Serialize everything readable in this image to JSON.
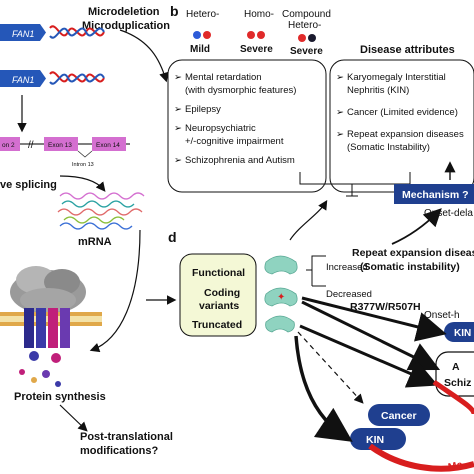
{
  "panel_b": {
    "label": "b",
    "genotypes": [
      {
        "line1": "Hetero-",
        "line2": "",
        "severity": "Mild",
        "dot_colors": [
          "#2d5bd8",
          "#e02a2a"
        ]
      },
      {
        "line1": "Homo-",
        "line2": "",
        "severity": "Severe",
        "dot_colors": [
          "#e02a2a",
          "#e02a2a"
        ]
      },
      {
        "line1": "Compound",
        "line2": "Hetero-",
        "severity": "Severe",
        "dot_colors": [
          "#e02a2a",
          "#1a1a2e"
        ]
      }
    ],
    "disease_attributes_title": "Disease attributes",
    "neuro_list": [
      [
        "Mental retardation",
        "(with dysmorphic features)"
      ],
      [
        "Epilepsy"
      ],
      [
        "Neuropsychiatric",
        "+/-cognitive impairment"
      ],
      [
        "Schizophrenia and Autism"
      ]
    ],
    "kidney_list": [
      [
        "Karyomegaly Interstitial",
        "Nephritis (KIN)"
      ],
      [
        "Cancer (Limited evidence)"
      ],
      [
        "Repeat expansion diseases",
        "(Somatic Instability)"
      ]
    ],
    "mechanism_label": "Mechanism ?",
    "onset_delay_label": "Onset-dela"
  },
  "left_panel": {
    "microdeletion_label": "Microdeletion",
    "microduplication_label": "Microduplication",
    "gene_label": "FAN1",
    "exons": [
      "on 2",
      "Exon 13",
      "Exon 14"
    ],
    "intron_label": "Intron 13",
    "splicing_label": "ve splicing",
    "mrna_label": "mRNA",
    "protein_synthesis_label": "Protein synthesis",
    "ptm_label": [
      "Post-translational",
      "modifications?"
    ]
  },
  "panel_d": {
    "label": "d",
    "categories": [
      "Functional",
      "Coding",
      "variants",
      "Truncated"
    ],
    "increased_label": "Increased",
    "decreased_label": "Decreased",
    "repeat_title": "Repeat expansion diseas",
    "repeat_subtitle": "(Somatic instability)",
    "variant_label": "R377W/R507H",
    "onset_h_label": "Onset-h",
    "kin_label": "KIN",
    "cancer_label": "Cancer",
    "a_label": "A",
    "schiz_label": "Schiz",
    "ma_label": "Ma"
  },
  "colors": {
    "blue_dark": "#1f3f8f",
    "gene_blue": "#2557b8",
    "exon_pink": "#d46fd0",
    "box_green": "#f4f8d6",
    "red": "#d81e1e",
    "teal": "#8fd3c0"
  }
}
